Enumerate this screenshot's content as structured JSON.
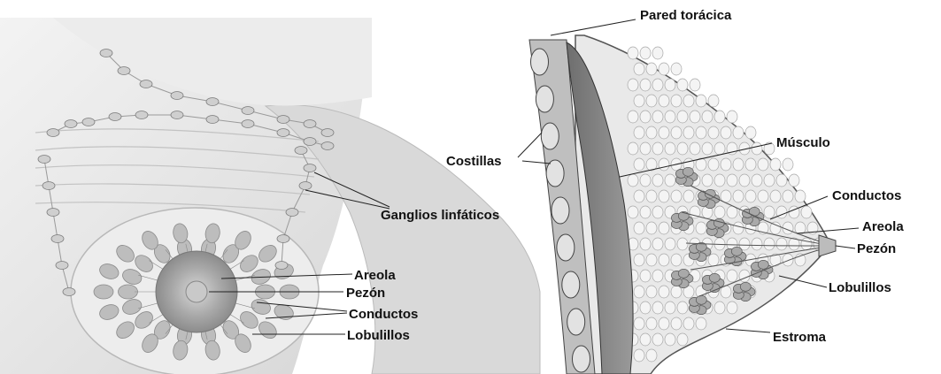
{
  "front_view": {
    "labels": {
      "lymph_nodes": "Ganglios linfáticos",
      "areola": "Areola",
      "nipple": "Pezón",
      "ducts": "Conductos",
      "lobules": "Lobulillos"
    }
  },
  "side_view": {
    "labels": {
      "chest_wall": "Pared torácica",
      "ribs": "Costillas",
      "muscle": "Músculo",
      "ducts": "Conductos",
      "areola": "Areola",
      "nipple": "Pezón",
      "lobules": "Lobulillos",
      "stroma": "Estroma"
    }
  },
  "colors": {
    "tissue": "#e6e6e6",
    "skin_shadow": "#c8c8c8",
    "lobule": "#bdbdbd",
    "muscle": "#8a8a8a",
    "line": "#222222"
  }
}
